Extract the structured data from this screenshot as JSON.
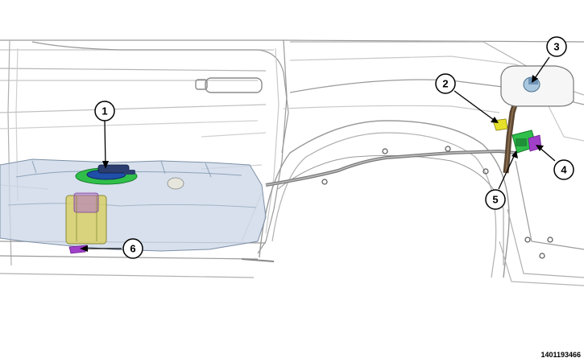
{
  "diagram": {
    "reference_id": "1401193466",
    "callouts": [
      {
        "id": "callout-1",
        "label": "1"
      },
      {
        "id": "callout-2",
        "label": "2"
      },
      {
        "id": "callout-3",
        "label": "3"
      },
      {
        "id": "callout-4",
        "label": "4"
      },
      {
        "id": "callout-5",
        "label": "5"
      },
      {
        "id": "callout-6",
        "label": "6"
      }
    ],
    "colors": {
      "body_line": "#9a9a9a",
      "body_line_light": "#c8c8c8",
      "tank": "#c9d6e6",
      "pump_green": "#2fbf4a",
      "module_yellow": "#d8d060",
      "purple": "#a040c8",
      "yellow_part": "#e6e02a",
      "tube_brown": "#5a4632",
      "hose_gray": "#7a7a7a"
    }
  }
}
